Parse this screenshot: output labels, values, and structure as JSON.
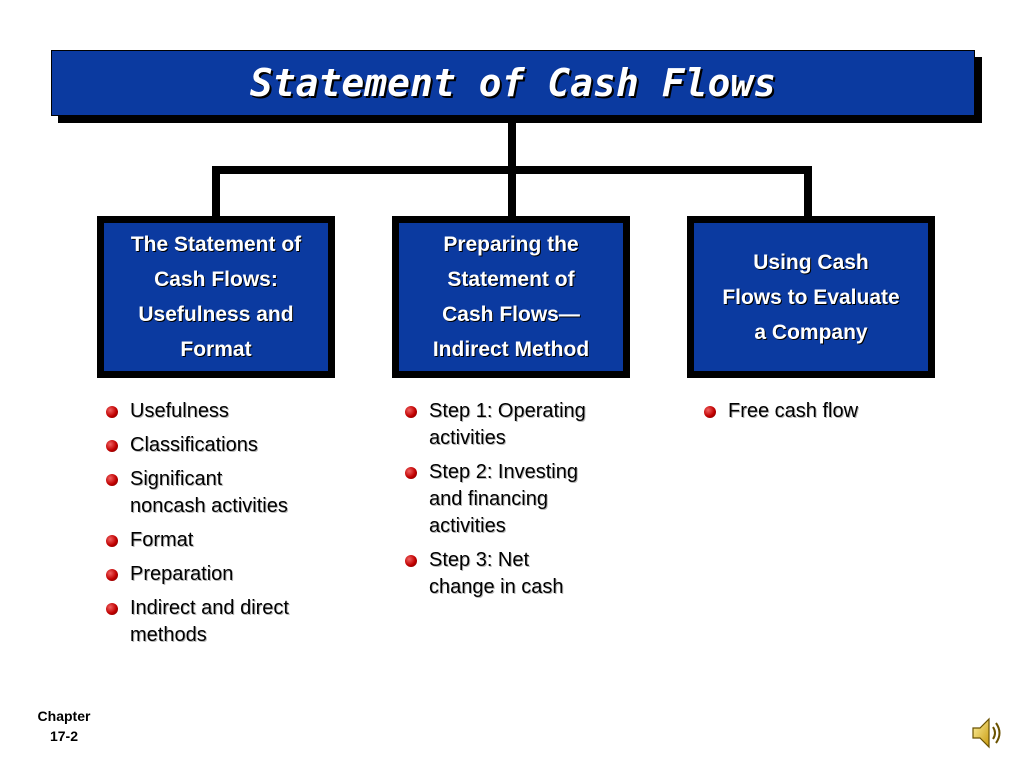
{
  "title": "Statement of Cash Flows",
  "colors": {
    "box_fill": "#0b3aa0",
    "bullet": "#c00000"
  },
  "boxes": [
    {
      "label": "The Statement of\nCash Flows:\nUsefulness and\nFormat",
      "bullets": [
        "Usefulness",
        "Classifications",
        "Significant\nnoncash activities",
        "Format",
        "Preparation",
        "Indirect and direct\nmethods"
      ]
    },
    {
      "label": "Preparing the\nStatement of\nCash Flows—\nIndirect Method",
      "bullets": [
        "Step 1: Operating\nactivities",
        "Step 2: Investing\nand financing\nactivities",
        "Step 3: Net\nchange in cash"
      ]
    },
    {
      "label": "Using Cash\nFlows to Evaluate\na Company",
      "bullets": [
        "Free cash flow"
      ]
    }
  ],
  "footer": {
    "chapter": "Chapter\n17-2",
    "icon": "speaker-icon"
  }
}
